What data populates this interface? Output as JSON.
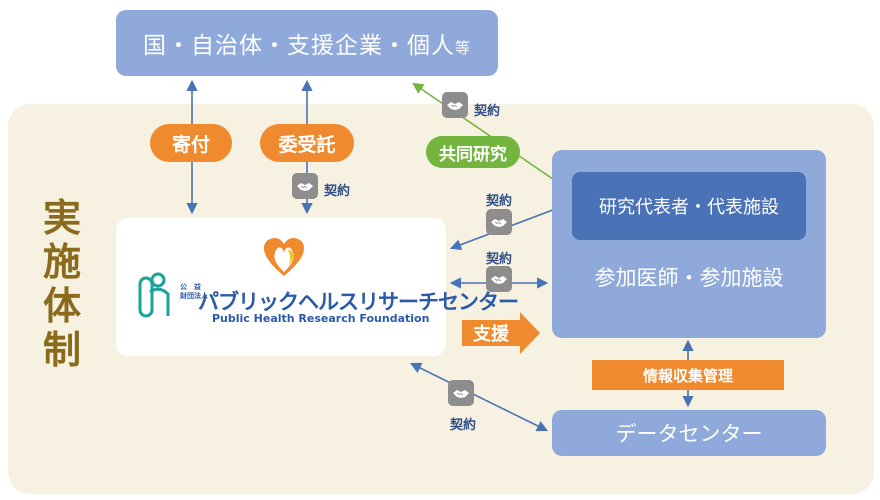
{
  "funders": {
    "label": "国・自治体・支援企業・個人",
    "suffix": "等"
  },
  "title_vertical": [
    "実",
    "施",
    "体",
    "制"
  ],
  "pills": {
    "donation": "寄付",
    "commission": "委受託",
    "joint_research": "共同研究"
  },
  "contract_label": "契約",
  "research_rep": "研究代表者・代表施設",
  "participants": "参加医師・参加施設",
  "data_center": "データセンター",
  "info_management": "情報収集管理",
  "support": "支援",
  "logo": {
    "small_line1": "公　益",
    "small_line2": "財団法人",
    "name_jp": "パブリックヘルスリサーチセンター",
    "name_en": "Public Health Research Foundation"
  },
  "colors": {
    "blue_box": "#8ea9da",
    "dark_blue": "#4a72b6",
    "orange": "#ef8a2e",
    "green": "#73b53e",
    "panel": "#f6f1e0",
    "title_brown": "#8a6a1c",
    "arrow_blue": "#4a72b6"
  },
  "icons": [
    "handshake-icon",
    "logo-heart-icon",
    "logo-figure-icon"
  ]
}
